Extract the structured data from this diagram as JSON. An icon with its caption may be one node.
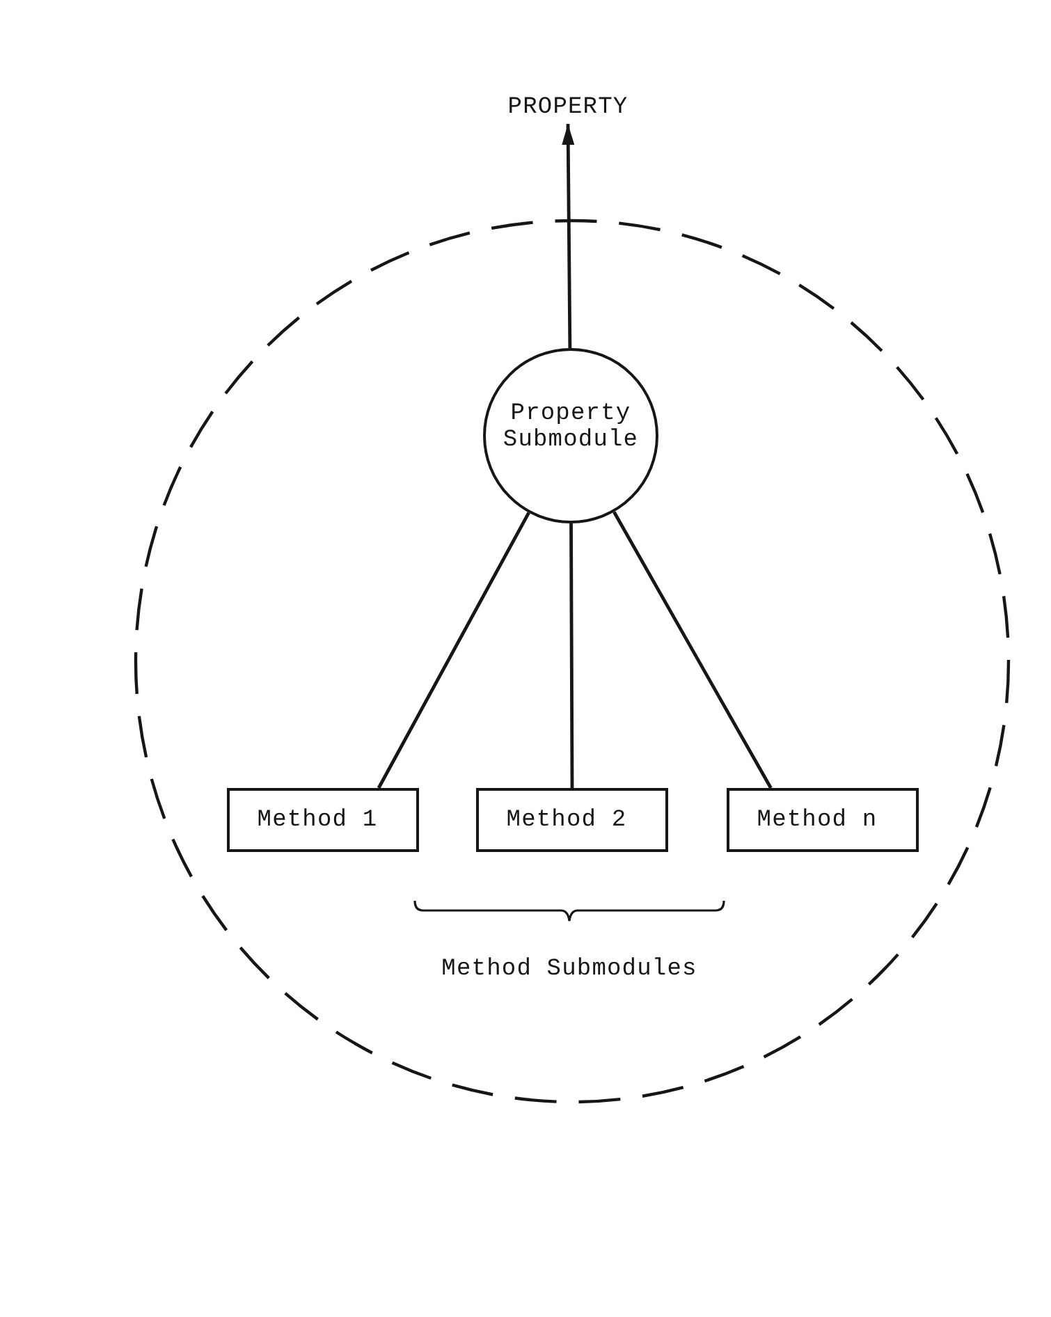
{
  "diagram": {
    "nodes": [
      {
        "text": [
          "PROPERTY"
        ]
      },
      {
        "text": [],
        "shape": "circle"
      },
      {
        "text": [
          "Property Submodule"
        ],
        "in": 1
      },
      {
        "text": [
          "Method 1"
        ],
        "in": 1
      },
      {
        "text": [
          "Method 2"
        ],
        "in": 1
      },
      {
        "text": [
          "Method n"
        ],
        "in": 1
      }
    ],
    "edges": [
      {
        "from": 2,
        "to": 0,
        "arrow": "to"
      },
      {
        "from": 2,
        "to": 3,
        "arrow": "none"
      },
      {
        "from": 2,
        "to": 4,
        "arrow": "none"
      },
      {
        "from": 2,
        "to": 5,
        "arrow": "none"
      }
    ],
    "labels": [
      "Method Submodules"
    ]
  }
}
